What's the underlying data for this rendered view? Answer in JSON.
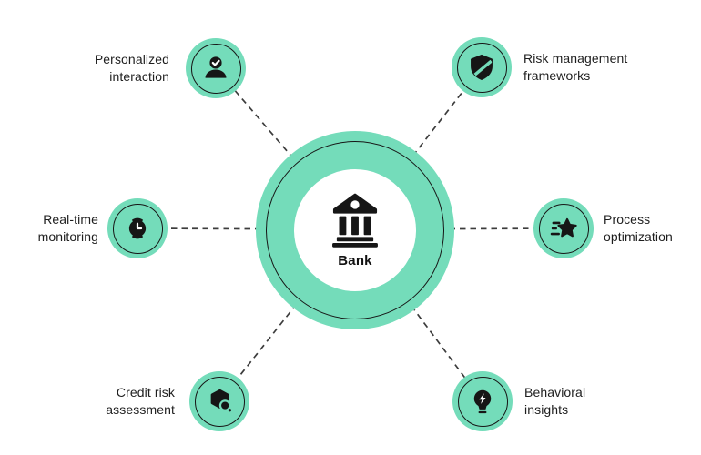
{
  "hub": {
    "label": "Bank",
    "icon": "bank-building-icon"
  },
  "nodes": [
    {
      "label": "Personalized interaction",
      "icon": "user-check-icon",
      "position": "top-left"
    },
    {
      "label": "Risk management frameworks",
      "icon": "shield-slash-icon",
      "position": "top-right"
    },
    {
      "label": "Real-time monitoring",
      "icon": "smartwatch-icon",
      "position": "middle-left"
    },
    {
      "label": "Process optimization",
      "icon": "shooting-star-icon",
      "position": "middle-right"
    },
    {
      "label": "Credit risk assessment",
      "icon": "credit-score-icon",
      "position": "bottom-left"
    },
    {
      "label": "Behavioral insights",
      "icon": "lightbulb-bolt-icon",
      "position": "bottom-right"
    }
  ],
  "colors": {
    "accent": "#74dcba",
    "icon": "#161616",
    "ring": "#161616",
    "text": "#1e1e1e",
    "connector": "#3c3c3c",
    "background": "#ffffff"
  }
}
